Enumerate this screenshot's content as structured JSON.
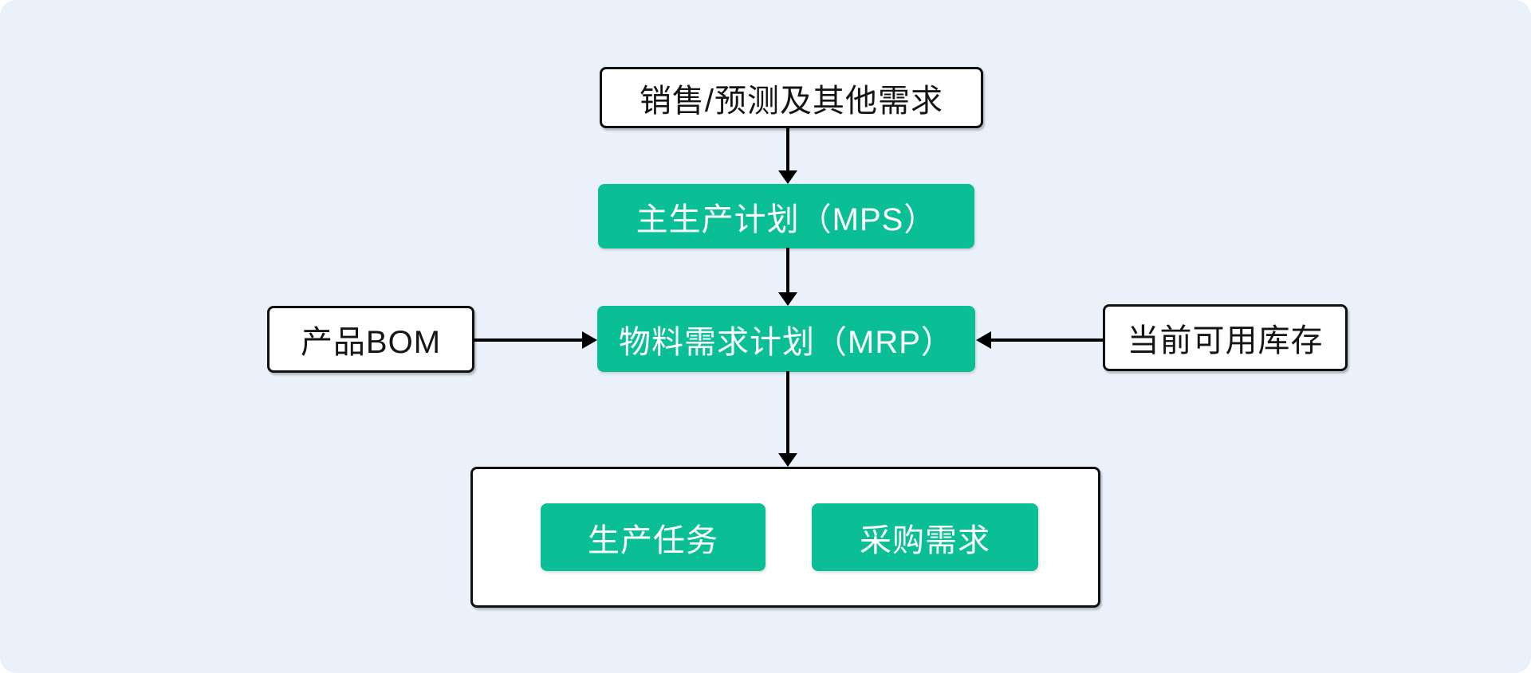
{
  "colors": {
    "panel_bg": "#eaf1fa",
    "green": "#0abf96",
    "box_bg": "#ffffff",
    "box_border": "#111111",
    "arrow": "#000000",
    "text_dark": "#151515",
    "text_light": "#ffffff"
  },
  "diagram": {
    "title": "MRP flow diagram",
    "nodes": {
      "demand": {
        "label": "销售/预测及其他需求",
        "type": "white"
      },
      "mps": {
        "label": "主生产计划（MPS）",
        "type": "green"
      },
      "mrp": {
        "label": "物料需求计划（MRP）",
        "type": "green"
      },
      "bom": {
        "label": "产品BOM",
        "type": "white"
      },
      "inventory": {
        "label": "当前可用库存",
        "type": "white"
      },
      "production": {
        "label": "生产任务",
        "type": "green"
      },
      "purchase": {
        "label": "采购需求",
        "type": "green"
      }
    },
    "edges": [
      {
        "from": "demand",
        "to": "mrp_mps",
        "direction": "down"
      },
      {
        "from": "mps",
        "to": "mrp",
        "direction": "down"
      },
      {
        "from": "mrp",
        "to": "outputs",
        "direction": "down"
      },
      {
        "from": "bom",
        "to": "mrp",
        "direction": "right"
      },
      {
        "from": "inventory",
        "to": "mrp",
        "direction": "left"
      }
    ]
  }
}
